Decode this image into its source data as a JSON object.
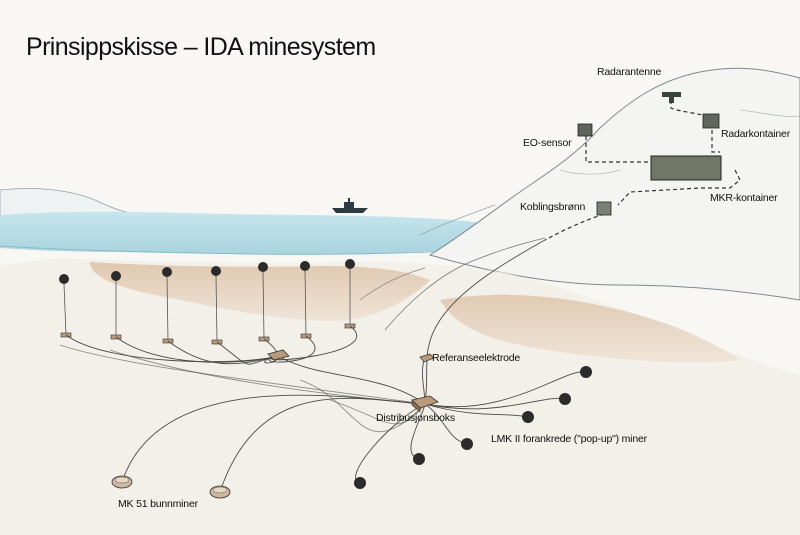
{
  "title": "Prinsippskisse – IDA minesystem",
  "labels": {
    "radarantenne": "Radarantenne",
    "radarkontainer": "Radarkontainer",
    "eo_sensor": "EO-sensor",
    "mkr_kontainer": "MKR-kontainer",
    "koblingsbronn": "Koblingsbrønn",
    "referanseelektrode": "Referanseelektrode",
    "distribusjonsboks": "Distribusjonsboks",
    "lmk_miner": "LMK II forankrede (\"pop-up\") miner",
    "mk51_miner": "MK 51 bunnminer"
  },
  "colors": {
    "water": "#b9dde6",
    "seabed_sand": "#d8b79a",
    "line": "#3a3a3a",
    "mine": "#2b2b2b",
    "container": "#6f7569"
  }
}
